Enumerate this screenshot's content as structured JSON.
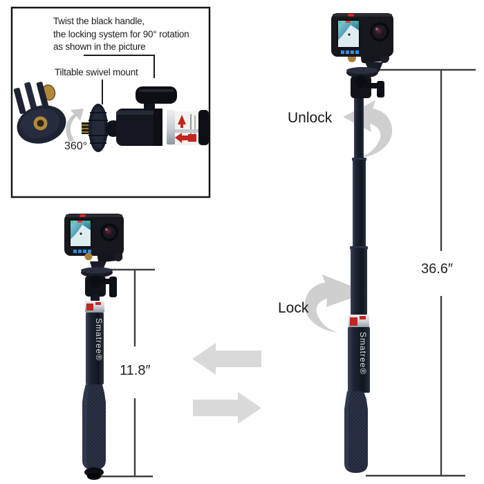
{
  "inset_note": {
    "line1": "Twist the black handle,",
    "line2": "the locking system for 90° rotation",
    "line3": "as shown in the picture"
  },
  "labels": {
    "swivel_mount": "Tiltable swivel mount",
    "rotation": "360°",
    "unlock": "Unlock",
    "lock": "Lock"
  },
  "measurements": {
    "extended": "36.6″",
    "collapsed": "11.8″"
  },
  "brand": "Smatree®",
  "icons": {
    "rotate_up_icon": "curved-gray-arrow-360",
    "unlock_rotate_icon": "curved-gray-swoosh-counterclockwise",
    "lock_rotate_icon": "curved-gray-swoosh-clockwise",
    "collapse_icon": "left-block-arrow",
    "extend_icon": "right-block-arrow"
  },
  "colors": {
    "background": "#ffffff",
    "text": "#1b1b1b",
    "measure_line": "#3f3f3f",
    "block_arrow": "#d9d9d9",
    "swoosh_arrow": "#cfcfcf",
    "pole_dark": "#1d2230",
    "collar_red": "#c5241f",
    "brass": "#b2893c",
    "screen_teal": "#3e93a8",
    "logo_blue": "#2f8fe6"
  }
}
